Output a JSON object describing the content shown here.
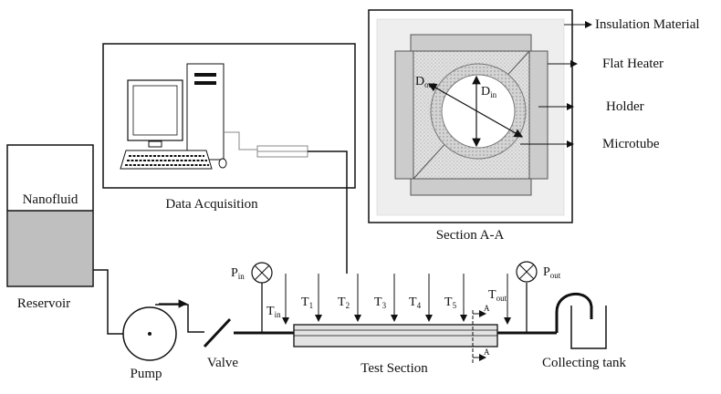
{
  "labels": {
    "nanofluid": "Nanofluid",
    "reservoir": "Reservoir",
    "pump": "Pump",
    "valve": "Valve",
    "test_section": "Test Section",
    "collecting_tank": "Collecting tank",
    "data_acquisition": "Data Acquisition",
    "section_aa": "Section A-A",
    "insulation": "Insulation Material",
    "flat_heater": "Flat Heater",
    "holder": "Holder",
    "microtube": "Microtube",
    "section_mark": "A"
  },
  "symbols": {
    "p_in": {
      "base": "P",
      "sub": "in"
    },
    "p_out": {
      "base": "P",
      "sub": "out"
    },
    "t_in": {
      "base": "T",
      "sub": "in"
    },
    "t_out": {
      "base": "T",
      "sub": "out"
    },
    "d_out": {
      "base": "D",
      "sub": "out"
    },
    "d_in": {
      "base": "D",
      "sub": "in"
    },
    "thermocouples": [
      {
        "base": "T",
        "sub": "1"
      },
      {
        "base": "T",
        "sub": "2"
      },
      {
        "base": "T",
        "sub": "3"
      },
      {
        "base": "T",
        "sub": "4"
      },
      {
        "base": "T",
        "sub": "5"
      }
    ]
  },
  "colors": {
    "ink": "#111111",
    "fluid": "#bfbfbf",
    "insulation": "#eeeeee",
    "heater": "#c9c9c9",
    "holder": "#dcdcdc"
  }
}
